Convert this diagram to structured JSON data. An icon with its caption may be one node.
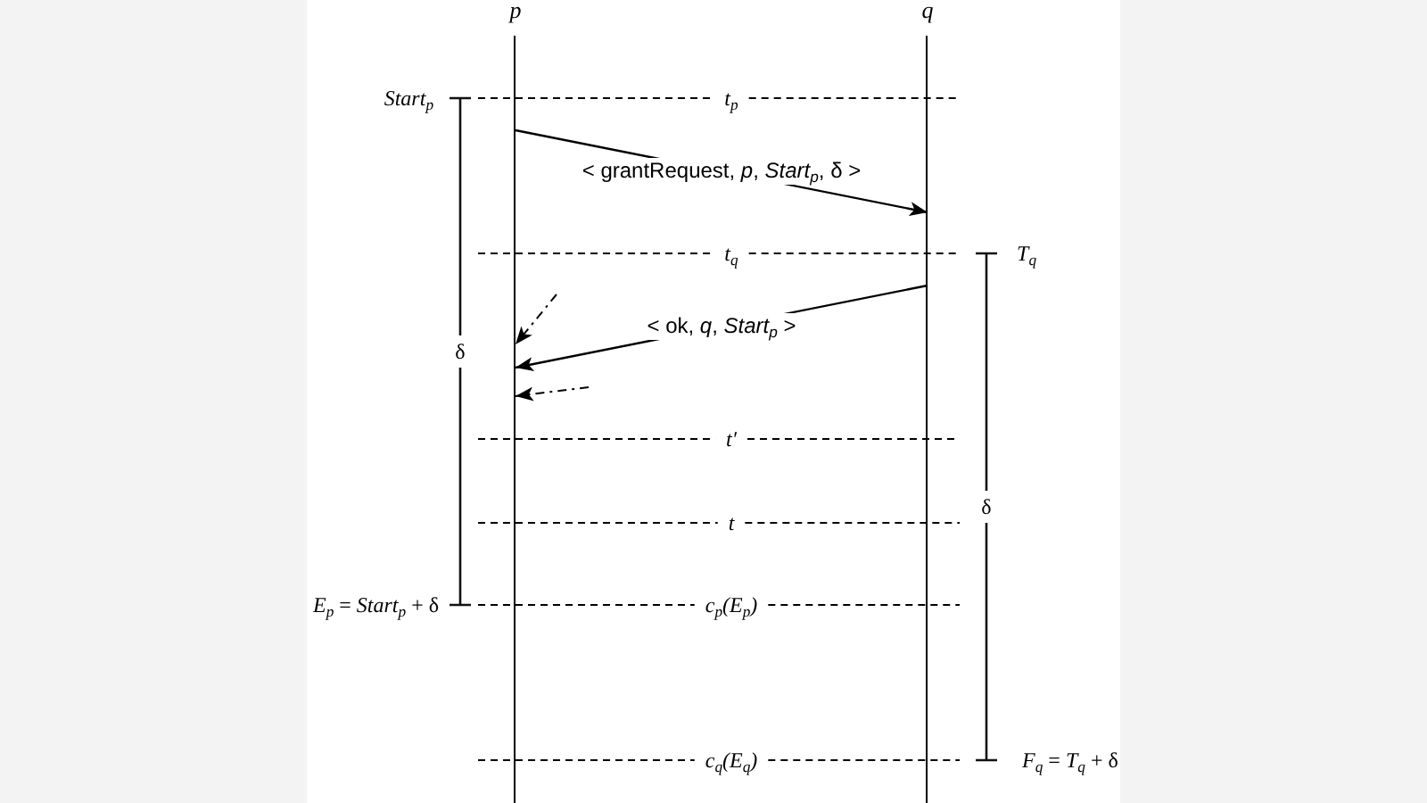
{
  "diagram": {
    "nodes": [
      {
        "text": [
          "p"
        ]
      },
      {
        "text": [
          "q"
        ]
      }
    ],
    "edges": [
      {
        "from": 0,
        "to": 1,
        "arrow": "to",
        "label": "< grantRequest, *p*, *Start*$_{p}$, δ >"
      },
      {
        "from": 1,
        "to": 0,
        "arrow": "to",
        "label": "< ok, *q*, *Start*$_{p}$ >"
      },
      {
        "from": null,
        "to": 0,
        "arrow": "to",
        "style": "dashed"
      },
      {
        "from": null,
        "to": 0,
        "arrow": "to",
        "style": "dashed"
      }
    ],
    "labels": [
      "Start$_{p}$",
      "t$_{p}$",
      "t$_{q}$",
      "T$_{q}$",
      "δ",
      "t′",
      "δ",
      "t",
      "*E*$_{p}$ = *Start*$_{p}$ + δ",
      "c$_{p}$(E$_{p}$)",
      "c$_{q}$(E$_{q}$)",
      "*F*$_{q}$ = *T*$_{q}$ + δ"
    ]
  }
}
